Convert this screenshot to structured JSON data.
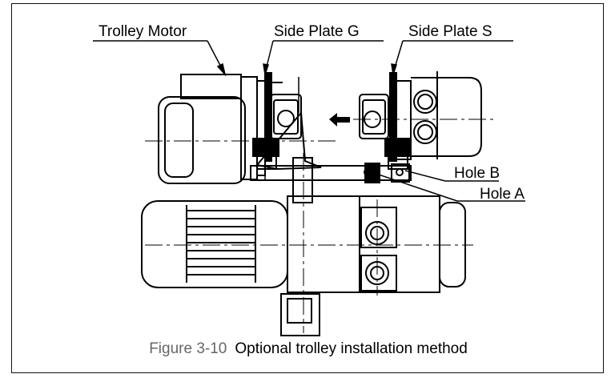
{
  "labels": {
    "trolley_motor": "Trolley Motor",
    "side_plate_g": "Side Plate G",
    "side_plate_s": "Side Plate S",
    "hole_b": "Hole B",
    "hole_a": "Hole A"
  },
  "caption": {
    "number": "Figure 3-10",
    "title": "Optional trolley installation method"
  },
  "colors": {
    "line": "#000000",
    "caption_number": "#666666"
  }
}
